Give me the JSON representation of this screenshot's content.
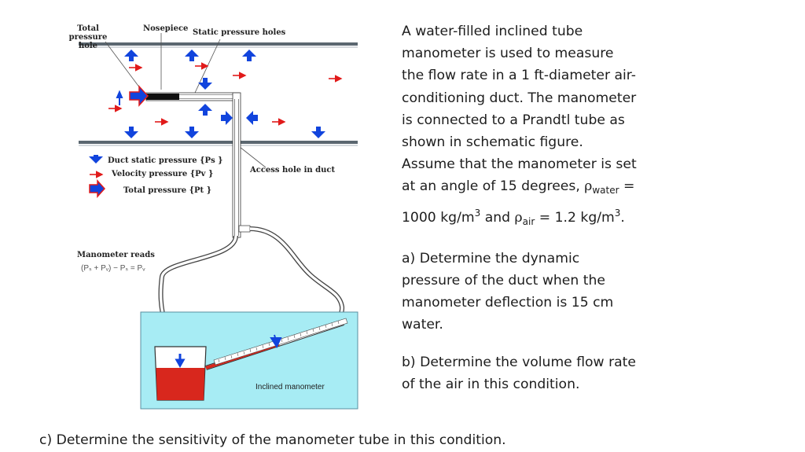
{
  "diagram": {
    "labels": {
      "total_pressure_hole": "Total pressure\nhole",
      "nosepiece": "Nosepiece",
      "static_pressure_holes": "Static pressure holes",
      "access_hole": "Access hole in duct",
      "legend_static": "Duct static pressure {Ps }",
      "legend_velocity": "Velocity pressure {Pv }",
      "legend_total": "Total pressure {Pt }",
      "manometer_reads": "Manometer reads",
      "manometer_formula": "(Pₛ + Pᵥ) − Pₛ = Pᵥ",
      "inclined_manometer": "Inclined manometer"
    },
    "colors": {
      "blue_arrow": "#1144dd",
      "red_arrow": "#e11a1a",
      "tank": "#a7ecf4",
      "liquid": "#d8271d",
      "duct": "#5b6770"
    }
  },
  "problem": {
    "intro": "A water-filled inclined tube manometer is used to measure the flow rate in a 1 ft-diameter air-conditioning duct. The manometer is connected to a Prandtl tube as shown in schematic figure. Assume that the manometer is set at an angle of 15 degrees, ",
    "rho_water_symbol": "ρ",
    "rho_water_sub": "water",
    "rho_water_value": " = 1000 kg/m",
    "rho_water_exp": "3",
    "and_text": " and ",
    "rho_air_symbol": "ρ",
    "rho_air_sub": "air",
    "rho_air_value": " = 1.2 kg/m",
    "rho_air_exp": "3",
    "end_period": ".",
    "part_a": "a) Determine the dynamic pressure of the duct when the manometer deflection is 15 cm water.",
    "part_b": "b) Determine the volume flow rate of the air in this condition.",
    "part_c": "c) Determine the sensitivity of the manometer tube in this condition."
  }
}
